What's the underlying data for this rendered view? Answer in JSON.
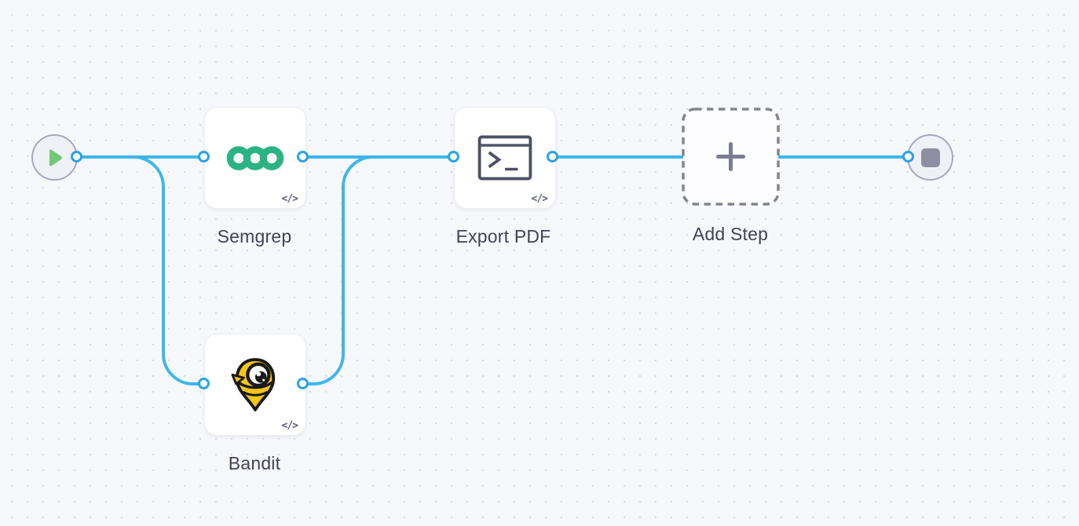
{
  "canvas": {
    "background_color": "#f7f8fc",
    "dot_color": "#d8dae3",
    "wire_color": "#3eb7ea",
    "port_ring_color": "#2aa3e8"
  },
  "nodes": {
    "start": {
      "icon": "play-icon",
      "play_color": "#6fca73"
    },
    "semgrep": {
      "label": "Semgrep",
      "icon": "semgrep-logo-icon",
      "badge": "</>",
      "brand_color": "#2bb381"
    },
    "bandit": {
      "label": "Bandit",
      "icon": "bandit-logo-icon",
      "badge": "</>",
      "brand_color": "#f5c518"
    },
    "export_pdf": {
      "label": "Export PDF",
      "icon": "terminal-icon",
      "badge": "</>"
    },
    "add_step": {
      "label": "Add Step",
      "icon": "plus-icon",
      "placeholder": true
    },
    "end": {
      "icon": "stop-icon",
      "stop_color": "#8e8ea2"
    }
  },
  "edges": [
    {
      "from": "start",
      "to": "semgrep"
    },
    {
      "from": "start",
      "to": "bandit"
    },
    {
      "from": "semgrep",
      "to": "export_pdf"
    },
    {
      "from": "bandit",
      "to": "export_pdf"
    },
    {
      "from": "export_pdf",
      "to": "end",
      "passes_behind": "add_step"
    }
  ]
}
